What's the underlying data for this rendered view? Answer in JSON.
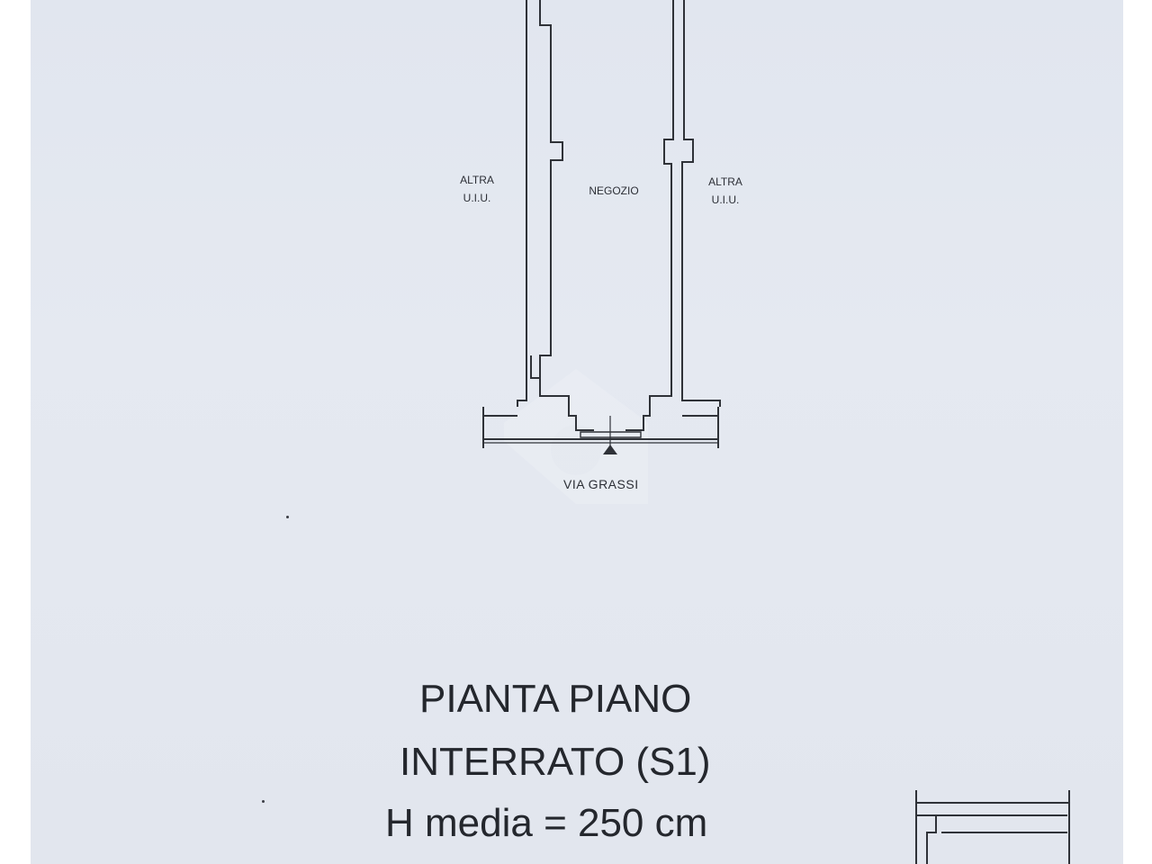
{
  "plan": {
    "labels": {
      "left_unit": "ALTRA\nU.I.U.",
      "shop": "NEGOZIO",
      "right_unit": "ALTRA\nU.I.U."
    },
    "street": "VIA GRASSI"
  },
  "title": {
    "line1": "PIANTA PIANO",
    "line2": "INTERRATO (S1)",
    "line3": "H media = 250 cm"
  },
  "colors": {
    "paper": "#e3e7ef",
    "ink": "#2c2f36"
  }
}
